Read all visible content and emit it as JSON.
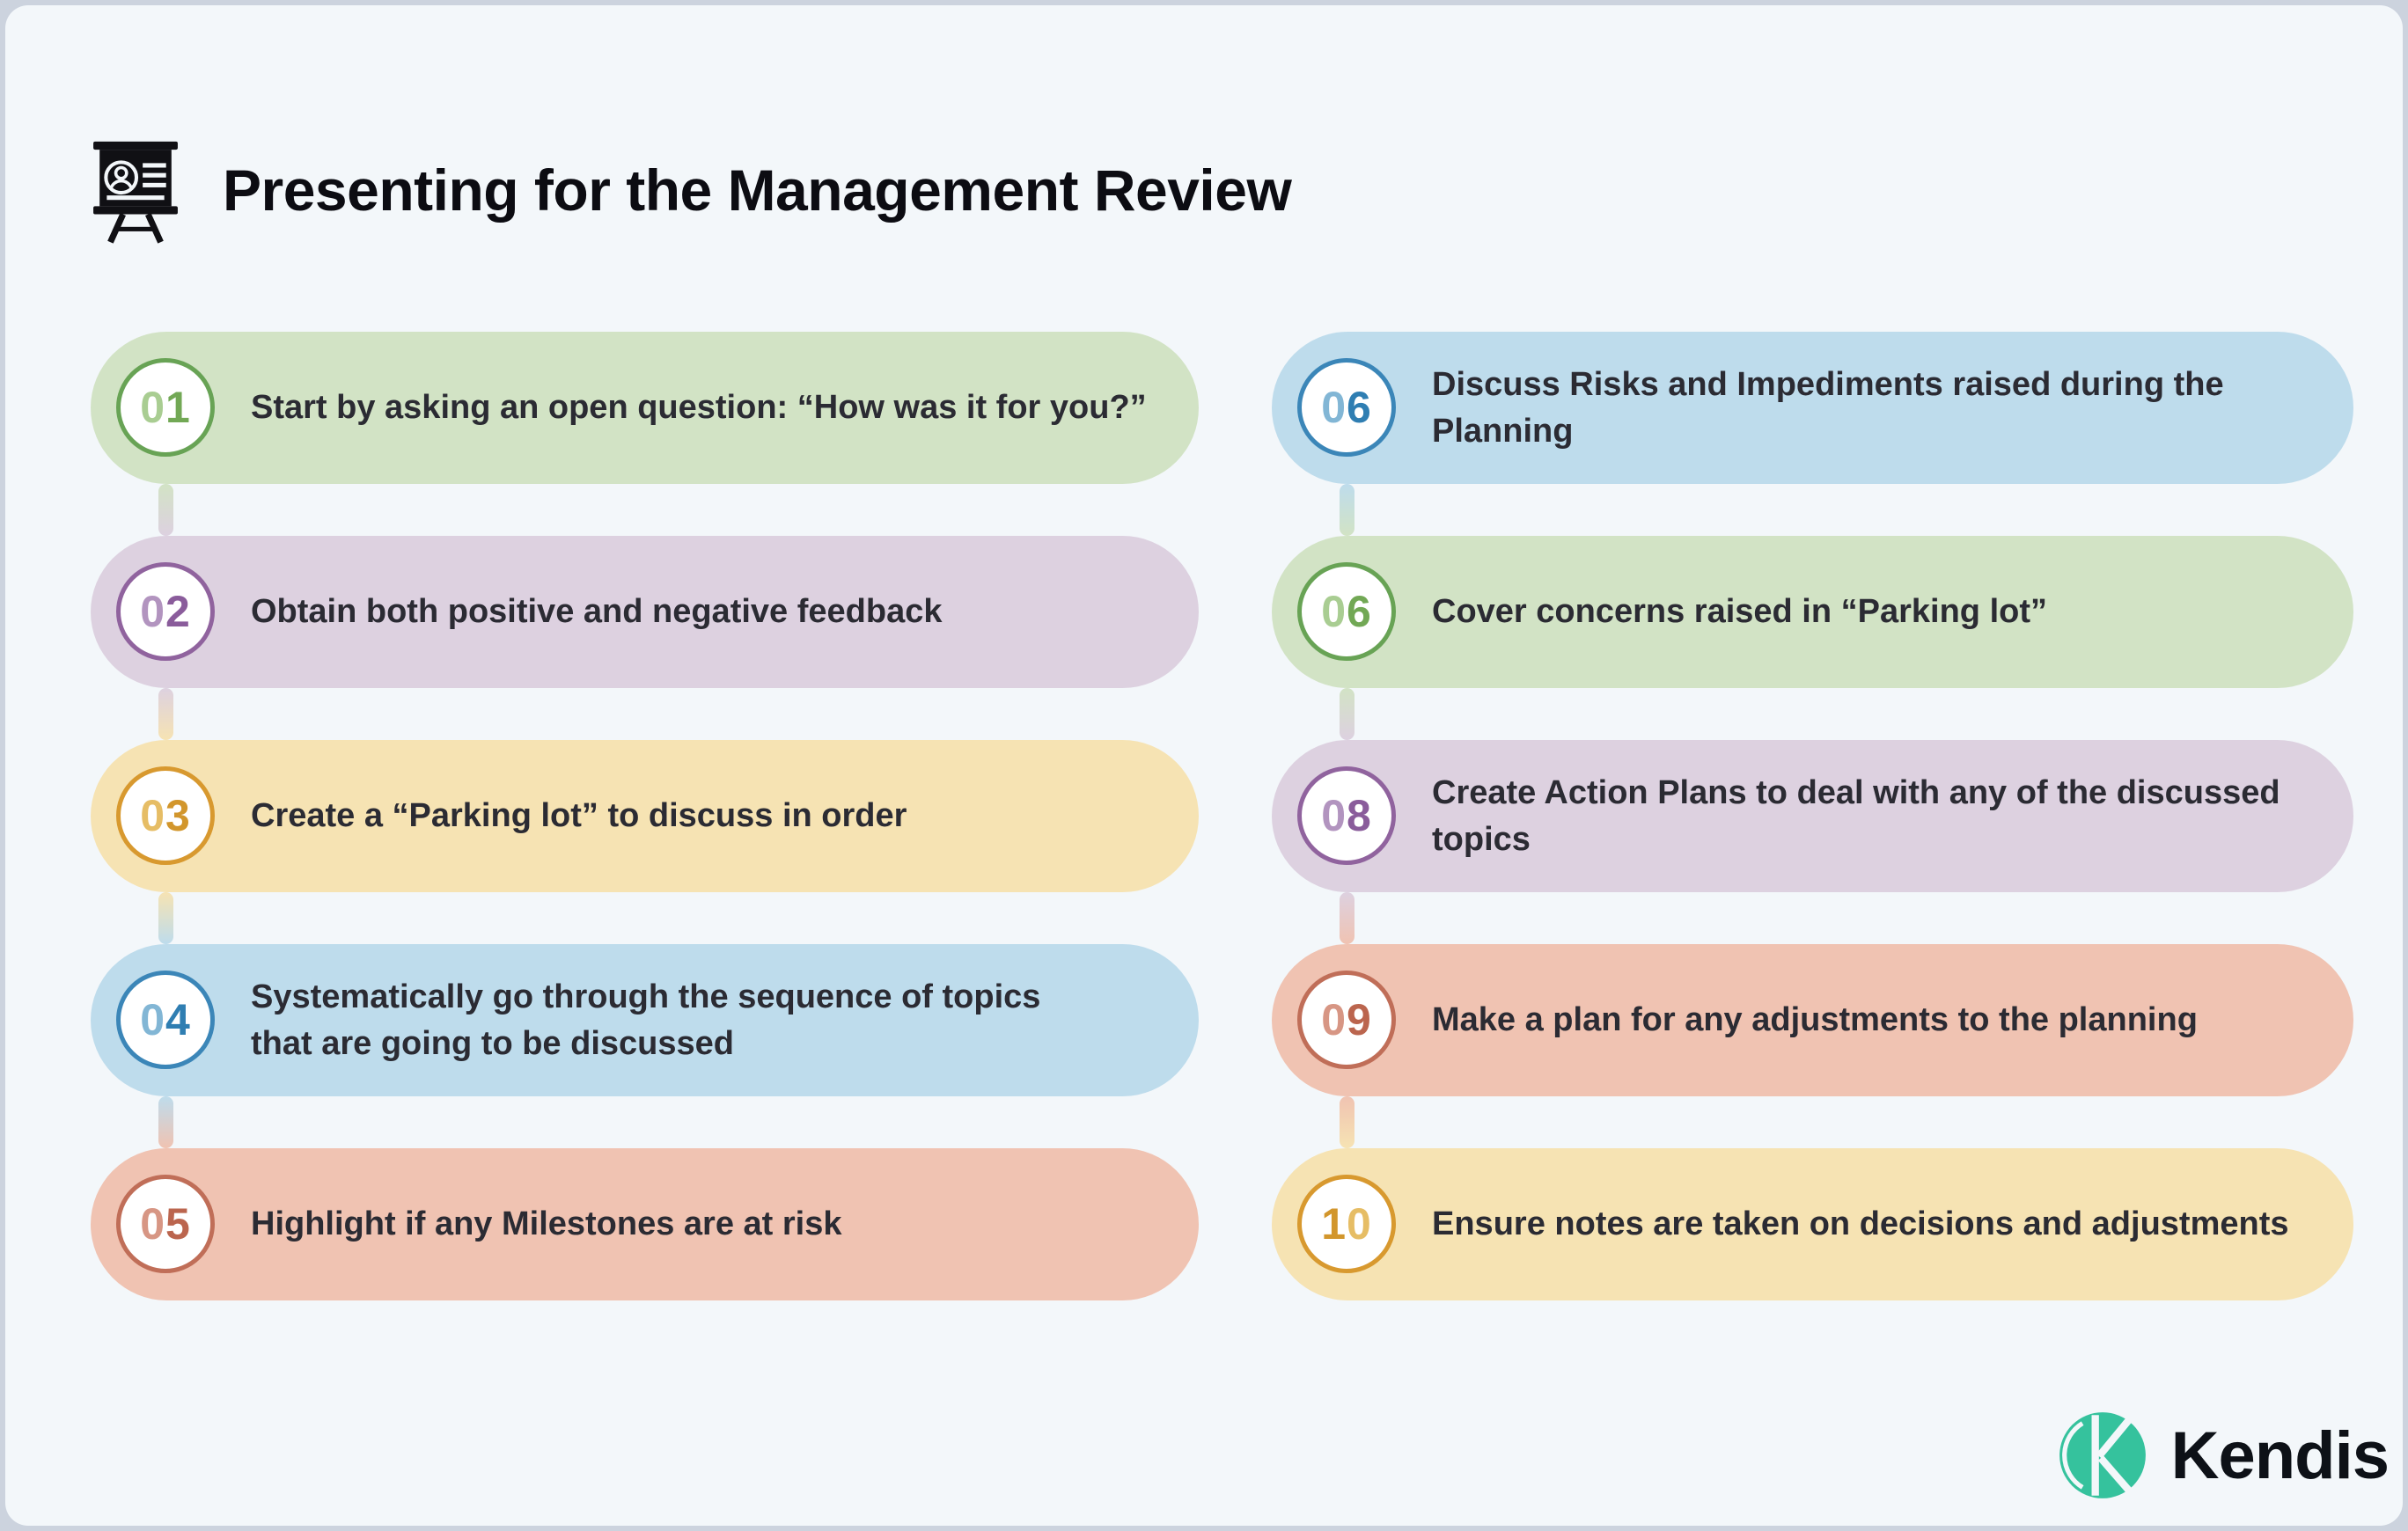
{
  "header": {
    "title": "Presenting for the Management Review",
    "icon": "presentation-board-icon"
  },
  "colors": {
    "frame": "#ccd3de",
    "card_bg": "#f3f7fa",
    "title_text": "#0c0c12",
    "step_text": "#2b2b33",
    "badge_bg": "#ffffff",
    "palettes": {
      "green": {
        "bg": "#d2e3c5",
        "ring": "#68a355",
        "digit_light": "#a9cd92",
        "digit_dark": "#72a855"
      },
      "purple": {
        "bg": "#ddd1e0",
        "ring": "#90639e",
        "digit_light": "#b294bf",
        "digit_dark": "#8a5c9b"
      },
      "yellow": {
        "bg": "#f6e3b3",
        "ring": "#d8992f",
        "digit_light": "#e6bd65",
        "digit_dark": "#d2962c"
      },
      "blue": {
        "bg": "#bedcec",
        "ring": "#3b86b8",
        "digit_light": "#82b6d5",
        "digit_dark": "#2f7eb2"
      },
      "salmon": {
        "bg": "#f0c3b2",
        "ring": "#c06e58",
        "digit_light": "#d79684",
        "digit_dark": "#bb654e"
      }
    }
  },
  "steps": {
    "left": [
      {
        "number": "01",
        "digit_shades": [
          "light",
          "dark"
        ],
        "palette": "green",
        "lines": [
          "Start by asking an open question: “How was it for you?”"
        ]
      },
      {
        "number": "02",
        "digit_shades": [
          "light",
          "dark"
        ],
        "palette": "purple",
        "lines": [
          "Obtain both positive and negative feedback"
        ]
      },
      {
        "number": "03",
        "digit_shades": [
          "light",
          "dark"
        ],
        "palette": "yellow",
        "lines": [
          "Create a “Parking lot” to discuss in order"
        ]
      },
      {
        "number": "04",
        "digit_shades": [
          "light",
          "dark"
        ],
        "palette": "blue",
        "lines": [
          "Systematically go through the sequence of topics",
          "that are going to be discussed"
        ]
      },
      {
        "number": "05",
        "digit_shades": [
          "light",
          "dark"
        ],
        "palette": "salmon",
        "lines": [
          "Highlight if any Milestones are at risk"
        ]
      }
    ],
    "right": [
      {
        "number": "06",
        "digit_shades": [
          "light",
          "dark"
        ],
        "palette": "blue",
        "lines": [
          "Discuss Risks and Impediments raised during the",
          "Planning"
        ]
      },
      {
        "number": "06",
        "digit_shades": [
          "light",
          "dark"
        ],
        "palette": "green",
        "lines": [
          "Cover concerns raised in “Parking lot”"
        ]
      },
      {
        "number": "08",
        "digit_shades": [
          "light",
          "dark"
        ],
        "palette": "purple",
        "lines": [
          "Create Action Plans to deal with any of the discussed",
          "topics"
        ]
      },
      {
        "number": "09",
        "digit_shades": [
          "light",
          "dark"
        ],
        "palette": "salmon",
        "lines": [
          "Make a plan for any adjustments to the planning"
        ]
      },
      {
        "number": "10",
        "digit_shades": [
          "dark",
          "light"
        ],
        "palette": "yellow",
        "lines": [
          "Ensure notes are taken on decisions and adjustments"
        ]
      }
    ]
  },
  "footer": {
    "brand": "Kendis",
    "logo_color": "#35c29d"
  }
}
